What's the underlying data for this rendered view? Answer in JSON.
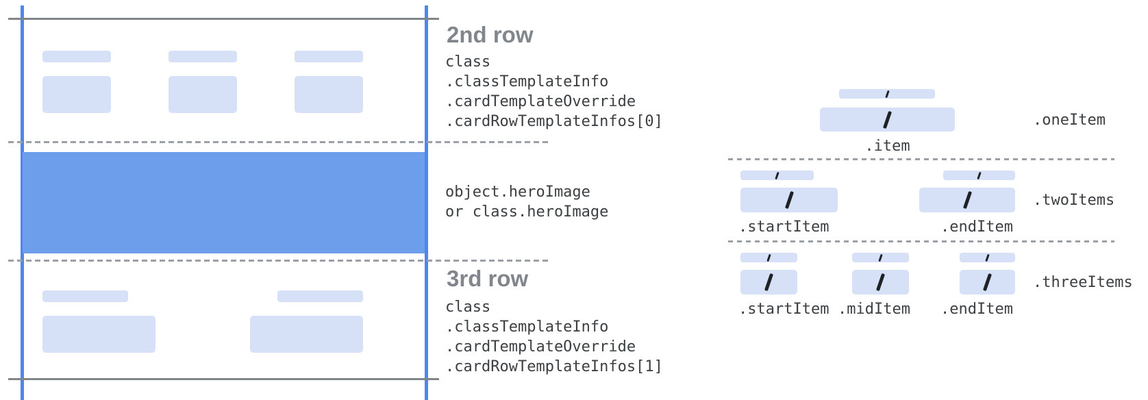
{
  "diagram": {
    "left_card": {
      "row2": {
        "heading": "2nd row",
        "code": [
          "class",
          ".classTemplateInfo",
          ".cardTemplateOverride",
          ".cardRowTemplateInfos[0]"
        ]
      },
      "hero": {
        "code": [
          "object.heroImage",
          "or class.heroImage"
        ]
      },
      "row3": {
        "heading": "3rd row",
        "code": [
          "class",
          ".classTemplateInfo",
          ".cardTemplateOverride",
          ".cardRowTemplateInfos[1]"
        ]
      }
    },
    "item_layouts": {
      "one": {
        "group_label": ".oneItem",
        "items": [
          ".item"
        ]
      },
      "two": {
        "group_label": ".twoItems",
        "items": [
          ".startItem",
          ".endItem"
        ]
      },
      "three": {
        "group_label": ".threeItems",
        "items": [
          ".startItem",
          ".midItem",
          ".endItem"
        ]
      }
    },
    "colors": {
      "guide_line_blue": "#4e86ec",
      "hero_band_blue": "#6d9eeb",
      "placeholder_bar_blue": "#d6e1f8",
      "frame_gray": "#80858a",
      "dash_gray": "#9aa0a6",
      "heading_gray": "#80868b",
      "code_text": "#3c4043",
      "slash_mark": "#202124"
    }
  }
}
